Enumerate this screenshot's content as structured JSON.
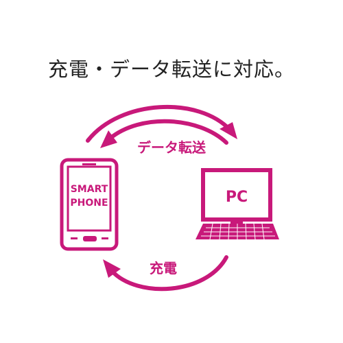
{
  "headline": "充電・データ転送に対応。",
  "colors": {
    "accent": "#c8197a",
    "text": "#222222",
    "background": "#ffffff"
  },
  "labels": {
    "data_transfer": "データ転送",
    "charging": "充電",
    "smartphone_line1": "SMART",
    "smartphone_line2": "PHONE",
    "pc": "PC"
  },
  "icons": {
    "smartphone": "smartphone-icon",
    "pc": "desktop-pc-icon",
    "keyboard": "keyboard-icon",
    "arrows": [
      "arrow-left-icon",
      "arrow-right-icon",
      "arrow-left-bottom-icon"
    ]
  }
}
